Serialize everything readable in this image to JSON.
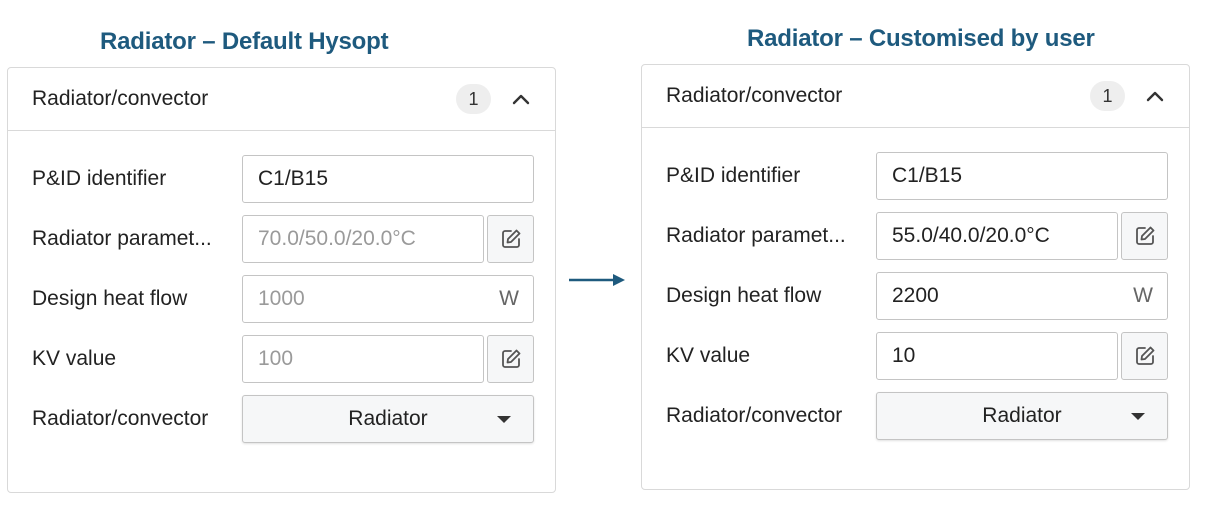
{
  "colors": {
    "heading": "#1e5a7e",
    "arrow": "#1e5a7e",
    "border": "#d9d9d9",
    "badge_bg": "#eeeeee",
    "muted_text": "#9a9a9a"
  },
  "left": {
    "heading": "Radiator – Default Hysopt",
    "panel": {
      "title": "Radiator/convector",
      "count": "1",
      "collapse_icon": "chevron-up-icon",
      "fields": {
        "pid": {
          "label": "P&ID identifier",
          "value": "C1/B15"
        },
        "params": {
          "label": "Radiator paramet...",
          "value": "70.0/50.0/20.0°C",
          "icon": "edit-icon"
        },
        "heat": {
          "label": "Design heat flow",
          "value": "1000",
          "unit": "W"
        },
        "kv": {
          "label": "KV value",
          "value": "100",
          "icon": "edit-icon"
        },
        "type": {
          "label": "Radiator/convector",
          "value": "Radiator",
          "icon": "caret-down-icon"
        }
      }
    }
  },
  "right": {
    "heading": "Radiator – Customised by user",
    "panel": {
      "title": "Radiator/convector",
      "count": "1",
      "collapse_icon": "chevron-up-icon",
      "fields": {
        "pid": {
          "label": "P&ID identifier",
          "value": "C1/B15"
        },
        "params": {
          "label": "Radiator paramet...",
          "value": "55.0/40.0/20.0°C",
          "icon": "edit-icon"
        },
        "heat": {
          "label": "Design heat flow",
          "value": "2200",
          "unit": "W"
        },
        "kv": {
          "label": "KV value",
          "value": "10",
          "icon": "edit-icon"
        },
        "type": {
          "label": "Radiator/convector",
          "value": "Radiator",
          "icon": "caret-down-icon"
        }
      }
    }
  },
  "transition_icon": "arrow-right-icon"
}
